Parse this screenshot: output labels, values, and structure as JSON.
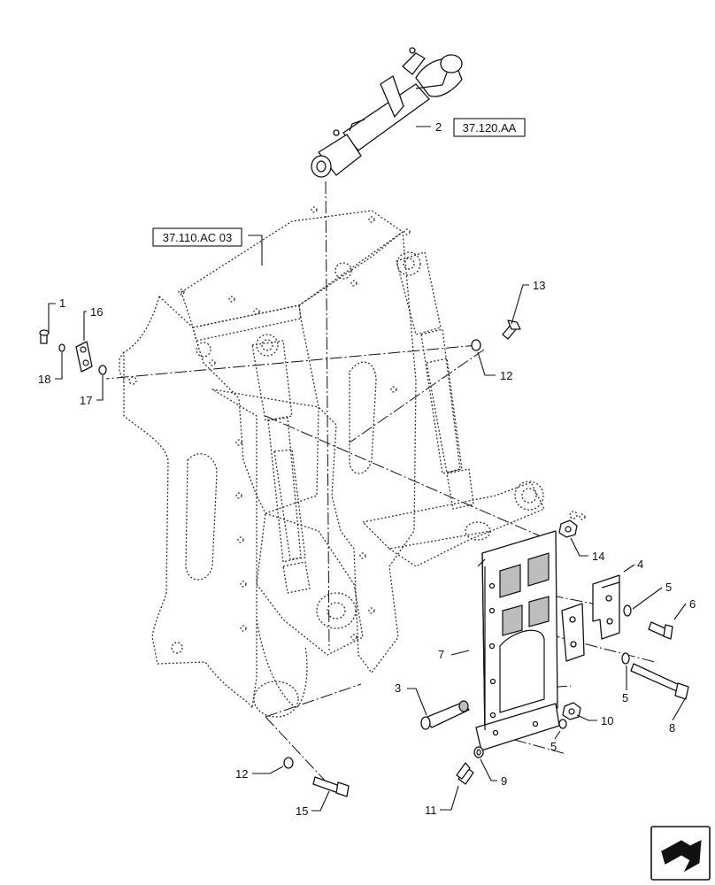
{
  "references": {
    "upper": "37.120.AA",
    "frame": "37.110.AC 03"
  },
  "callouts": {
    "c1": "1",
    "c2": "2",
    "c3": "3",
    "c4": "4",
    "c5a": "5",
    "c5b": "5",
    "c5c": "5",
    "c6": "6",
    "c7": "7",
    "c8": "8",
    "c9": "9",
    "c10": "10",
    "c11": "11",
    "c12a": "12",
    "c12b": "12",
    "c13": "13",
    "c14": "14",
    "c15": "15",
    "c16": "16",
    "c17": "17",
    "c18": "18"
  },
  "icons": {
    "navigation": "next-page-arrow-icon"
  }
}
